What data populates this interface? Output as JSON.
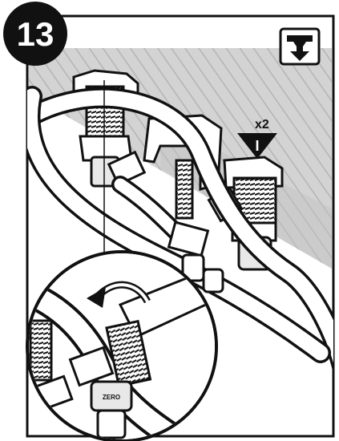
{
  "step": {
    "number": "13"
  },
  "tighten_marker": {
    "multiplier": "x2",
    "glyph": "I"
  },
  "icon": {
    "name": "install-down-icon"
  },
  "fitting_marking": "ZERO",
  "colors": {
    "ink": "#111111",
    "wall": "#cfcfcf",
    "hatch": "#9a9a9a",
    "white": "#ffffff",
    "light_gray": "#e8e8e8"
  }
}
